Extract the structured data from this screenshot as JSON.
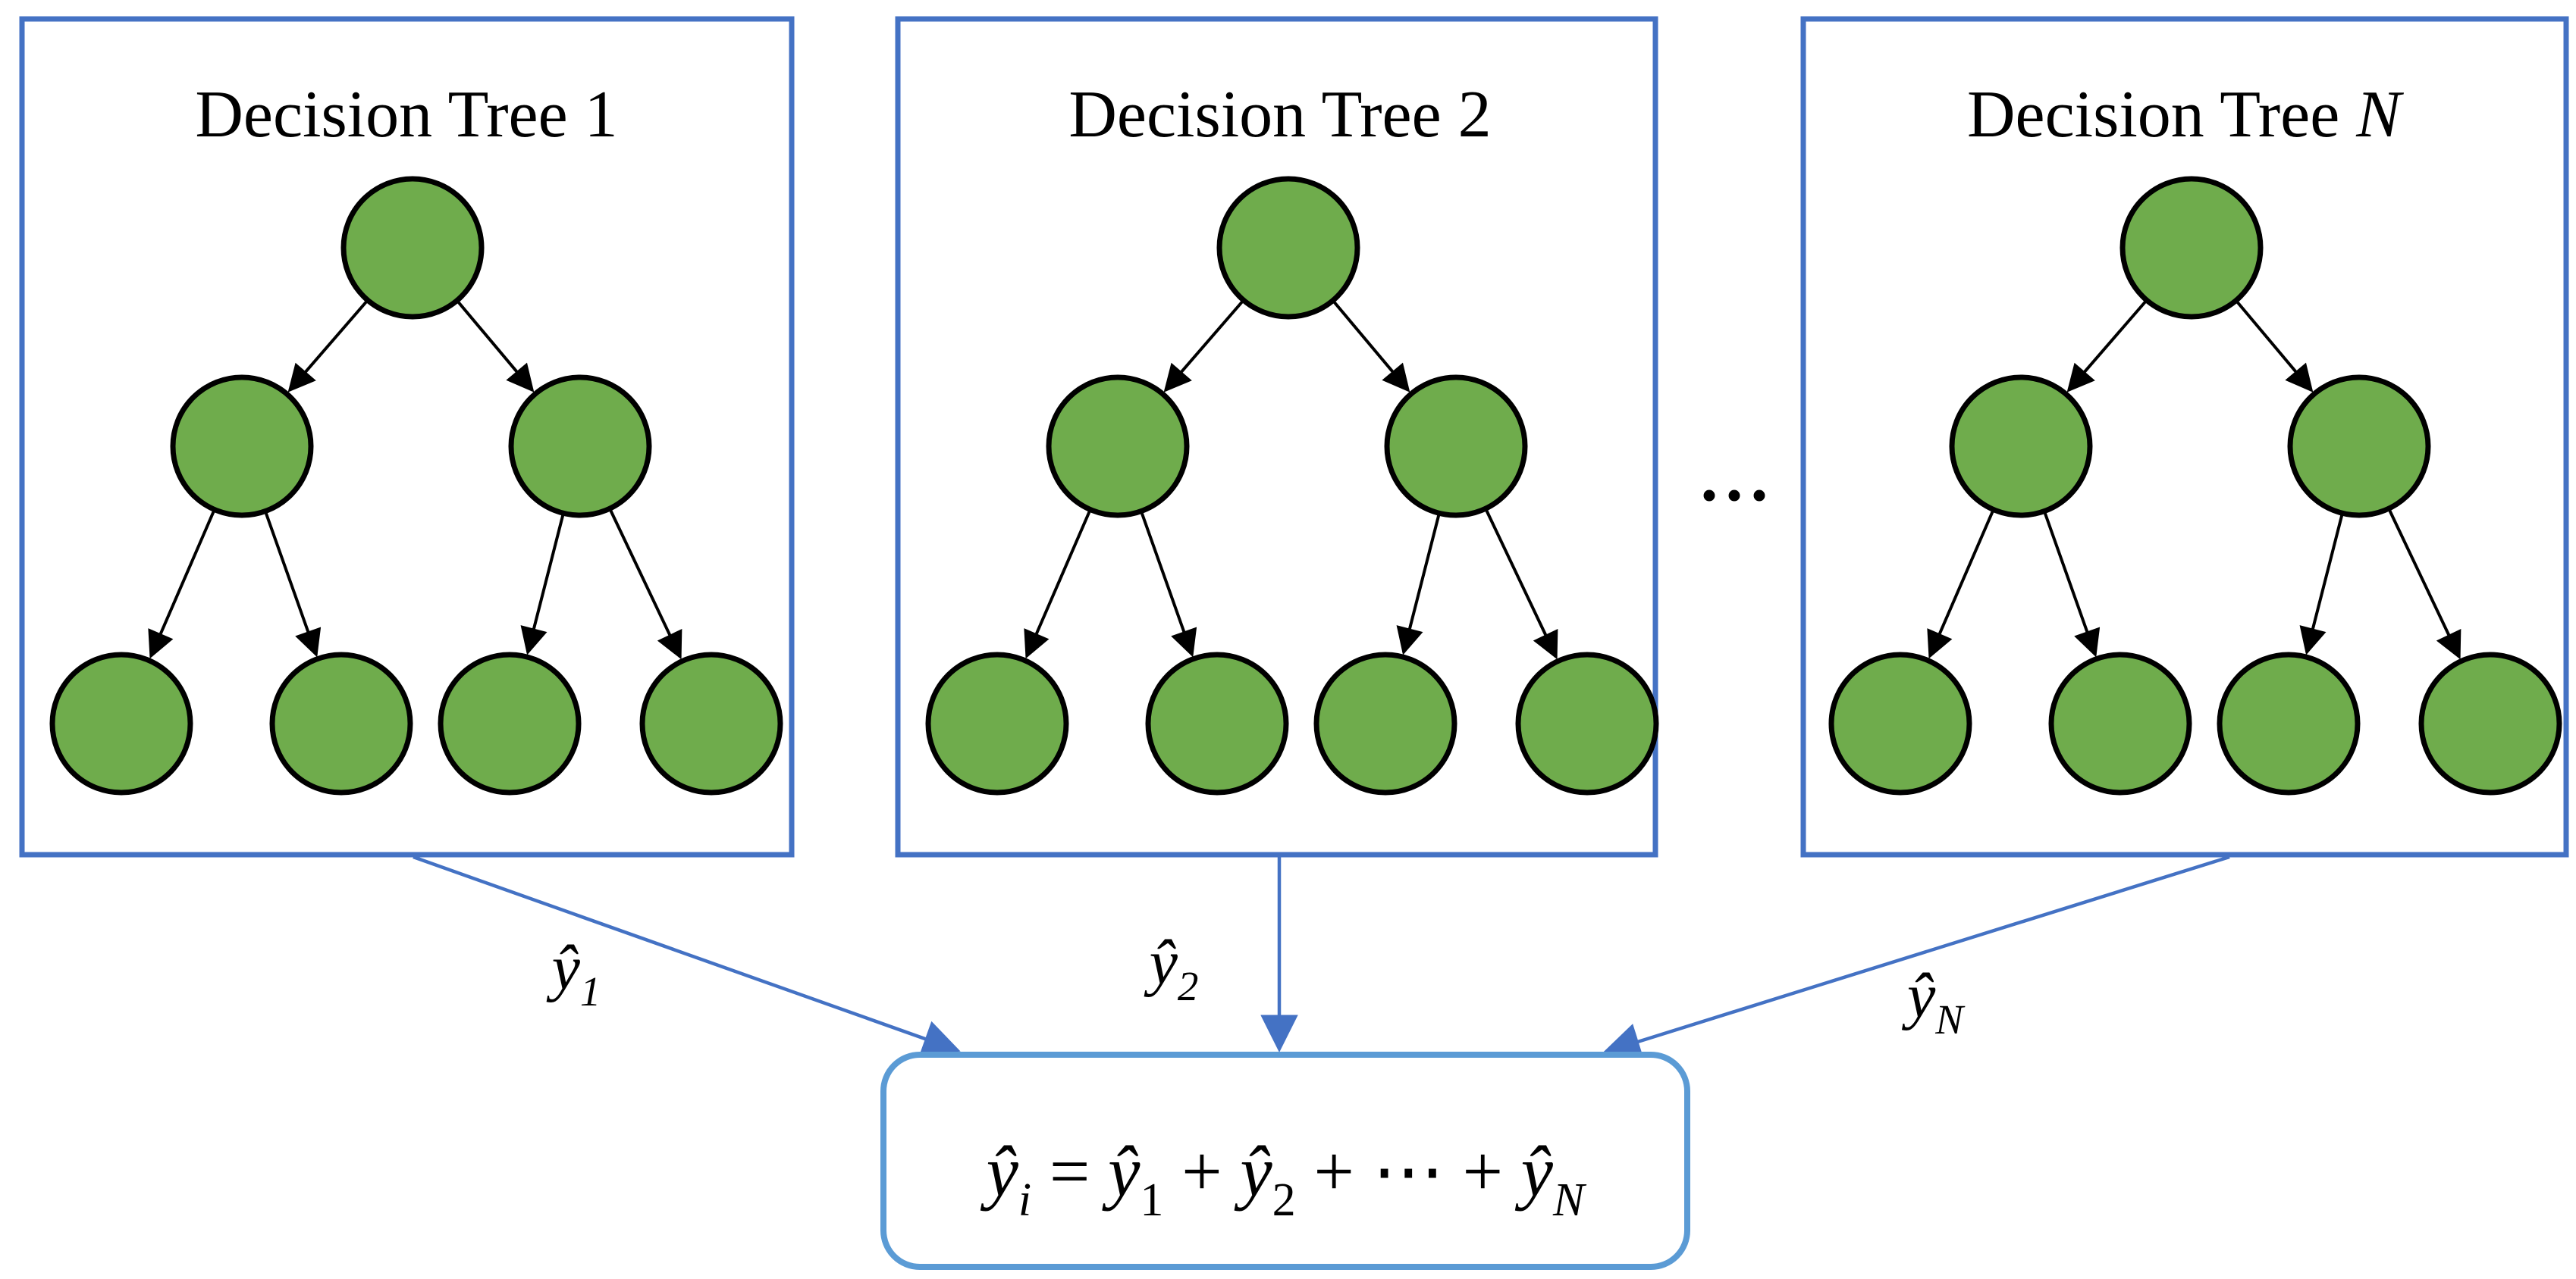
{
  "colors": {
    "background": "#FFFFFF",
    "panel_border": "#4472C4",
    "node_fill": "#6FAC4C",
    "node_stroke": "#000000",
    "edge_color": "#000000",
    "flow_color": "#4472C4",
    "aggregate_border": "#5B9BD5",
    "text_color": "#000000"
  },
  "trees": [
    {
      "title_prefix": "Decision Tree ",
      "title_num": "1",
      "output_base": "ŷ",
      "output_sub": "1"
    },
    {
      "title_prefix": "Decision Tree ",
      "title_num": "2",
      "output_base": "ŷ",
      "output_sub": "2"
    },
    {
      "title_prefix": "Decision Tree ",
      "title_num": "N",
      "output_base": "ŷ",
      "output_sub": "N"
    }
  ],
  "ellipsis": "...",
  "formula": {
    "parts": [
      {
        "text": "ŷ",
        "kind": "base"
      },
      {
        "text": "i",
        "kind": "sub-italic"
      },
      {
        "text": " = ",
        "kind": "op"
      },
      {
        "text": "ŷ",
        "kind": "base"
      },
      {
        "text": "1",
        "kind": "sub"
      },
      {
        "text": " + ",
        "kind": "op"
      },
      {
        "text": "ŷ",
        "kind": "base"
      },
      {
        "text": "2",
        "kind": "sub"
      },
      {
        "text": " + ",
        "kind": "op"
      },
      {
        "text": "⋯",
        "kind": "op"
      },
      {
        "text": " + ",
        "kind": "op"
      },
      {
        "text": "ŷ",
        "kind": "base"
      },
      {
        "text": "N",
        "kind": "sub-italic"
      }
    ]
  }
}
